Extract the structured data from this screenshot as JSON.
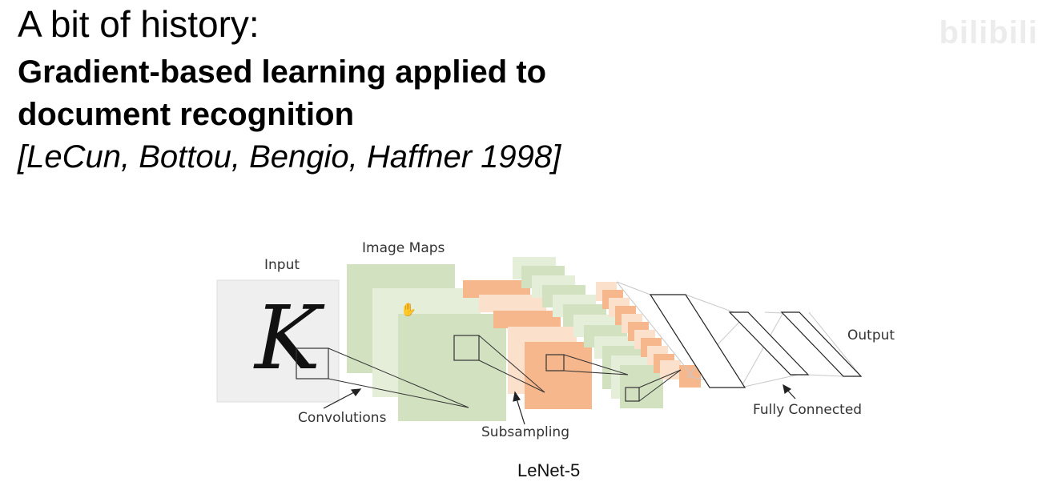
{
  "slide": {
    "title": "A bit of history:",
    "paper_title_lines": [
      "Gradient-based learning applied to",
      "document recognition"
    ],
    "authors": "[LeCun, Bottou, Bengio, Haffner 1998]",
    "watermark": "bilibili"
  },
  "diagram": {
    "input_glyph": "K",
    "labels": {
      "input": "Input",
      "image_maps": "Image Maps",
      "convolutions": "Convolutions",
      "subsampling": "Subsampling",
      "fully_connected": "Fully Connected",
      "output": "Output"
    },
    "caption": "LeNet-5",
    "colors": {
      "input_bg": "#efefef",
      "conv_green": "#d2e2c0",
      "conv_green_light": "#e4eed9",
      "subsample_orange": "#f7b78c",
      "subsample_light": "#fbe0cc",
      "line": "#333333",
      "fc_line": "#c8c8c8"
    },
    "cursor_icon": "hand-cursor-icon"
  }
}
